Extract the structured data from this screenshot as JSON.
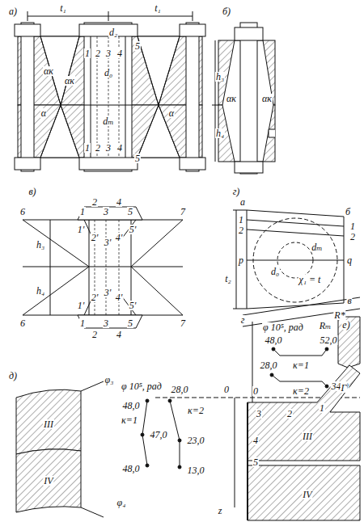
{
  "diagram": {
    "labels": [
      "а)",
      "t₁",
      "t₁",
      "d₂",
      "5",
      "1",
      "2",
      "3",
      "4",
      "αк",
      "αк",
      "d₀",
      "α",
      "dₘ",
      "α",
      "1",
      "2",
      "3",
      "4",
      "5",
      "б)",
      "h₃",
      "αк",
      "αк",
      "h₄",
      "в)",
      "6",
      "1",
      "2",
      "3",
      "4",
      "5",
      "7",
      "1'",
      "2'",
      "3'",
      "4'",
      "5'",
      "h₃",
      "h₄",
      "1'",
      "2'",
      "3'",
      "4'",
      "5'",
      "6",
      "1",
      "2",
      "3",
      "4",
      "5",
      "7",
      "г)",
      "а",
      "б",
      "1",
      "2",
      "1",
      "2",
      "р",
      "q",
      "dₘ",
      "d₀",
      "χ₁ = t",
      "t₂",
      "в",
      "г",
      "R*",
      "Rₘ",
      "е)",
      "φ 10⁵, рад",
      "48,0",
      "52,0",
      "κ=1",
      "28,0",
      "κ=2",
      "34,0",
      "д)",
      "φ₃",
      "φ 10⁵, рад",
      "28,0",
      "0",
      "48,0",
      "κ=2",
      "κ=1",
      "47,0",
      "23,0",
      "48,0",
      "13,0",
      "III",
      "IV",
      "φ₄",
      "z",
      "0",
      "3",
      "2",
      "1",
      "Г",
      "4",
      "5",
      "III",
      "IV"
    ]
  }
}
